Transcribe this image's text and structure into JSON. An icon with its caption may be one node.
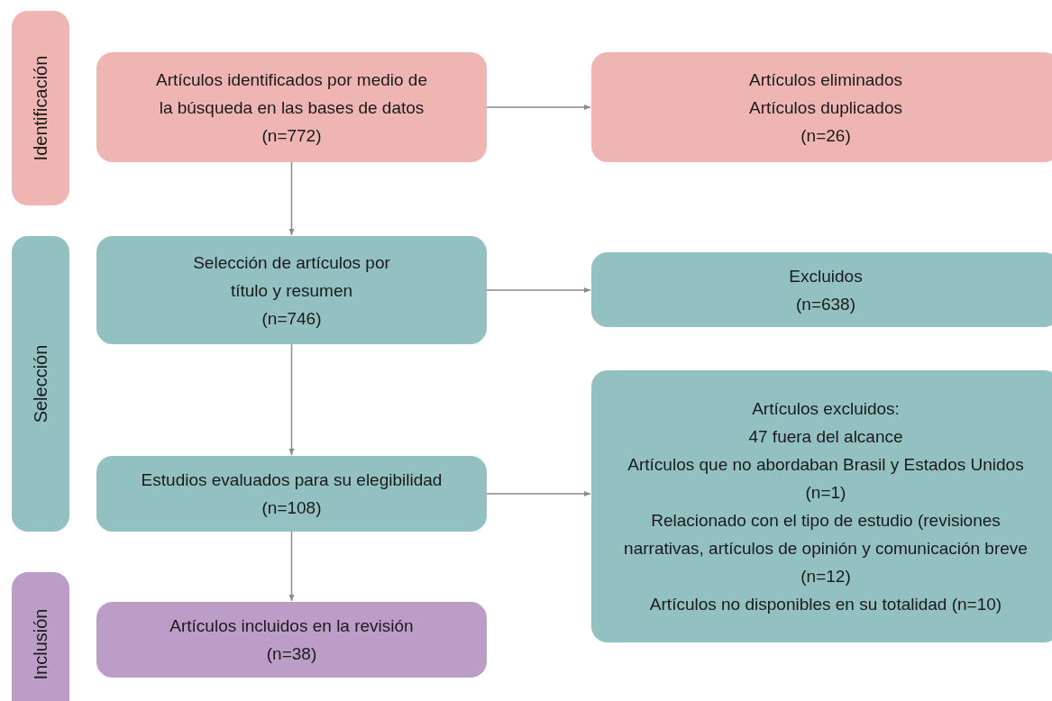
{
  "diagram": {
    "nodes": [
      {
        "text": [
          "Identificación"
        ]
      },
      {
        "text": [
          "Artículos identificados por medio de la búsqueda en las bases de datos",
          "(n=772)"
        ]
      },
      {
        "text": [
          "Artículos eliminados",
          "Artículos duplicados",
          "(n=26)"
        ]
      },
      {
        "text": [
          "Selección"
        ]
      },
      {
        "text": [
          "Selección de artículos por título y resumen",
          "(n=746)"
        ]
      },
      {
        "text": [
          "Excluidos",
          "(n=638)"
        ]
      },
      {
        "text": [
          "Estudios evaluados para su elegibilidad",
          "(n=108)"
        ]
      },
      {
        "text": [
          "Artículos excluidos:",
          "47 fuera del alcance",
          "Artículos que no abordaban Brasil y Estados Unidos (n=1)",
          "Relacionado con el tipo de estudio (revisiones narrativas, artículos de opinión y comunicación breve (n=12)",
          "Artículos no disponibles en su totalidad (n=10)"
        ]
      },
      {
        "text": [
          "Inclusión"
        ]
      },
      {
        "text": [
          "Artículos incluidos en la revisión",
          "(n=38)"
        ]
      }
    ],
    "edges": [
      {
        "from": 1,
        "to": 2,
        "arrow": "to"
      },
      {
        "from": 1,
        "to": 4,
        "arrow": "to"
      },
      {
        "from": 4,
        "to": 5,
        "arrow": "to"
      },
      {
        "from": 4,
        "to": 6,
        "arrow": "to"
      },
      {
        "from": 6,
        "to": 7,
        "arrow": "to"
      },
      {
        "from": 6,
        "to": 9,
        "arrow": "to"
      }
    ]
  }
}
